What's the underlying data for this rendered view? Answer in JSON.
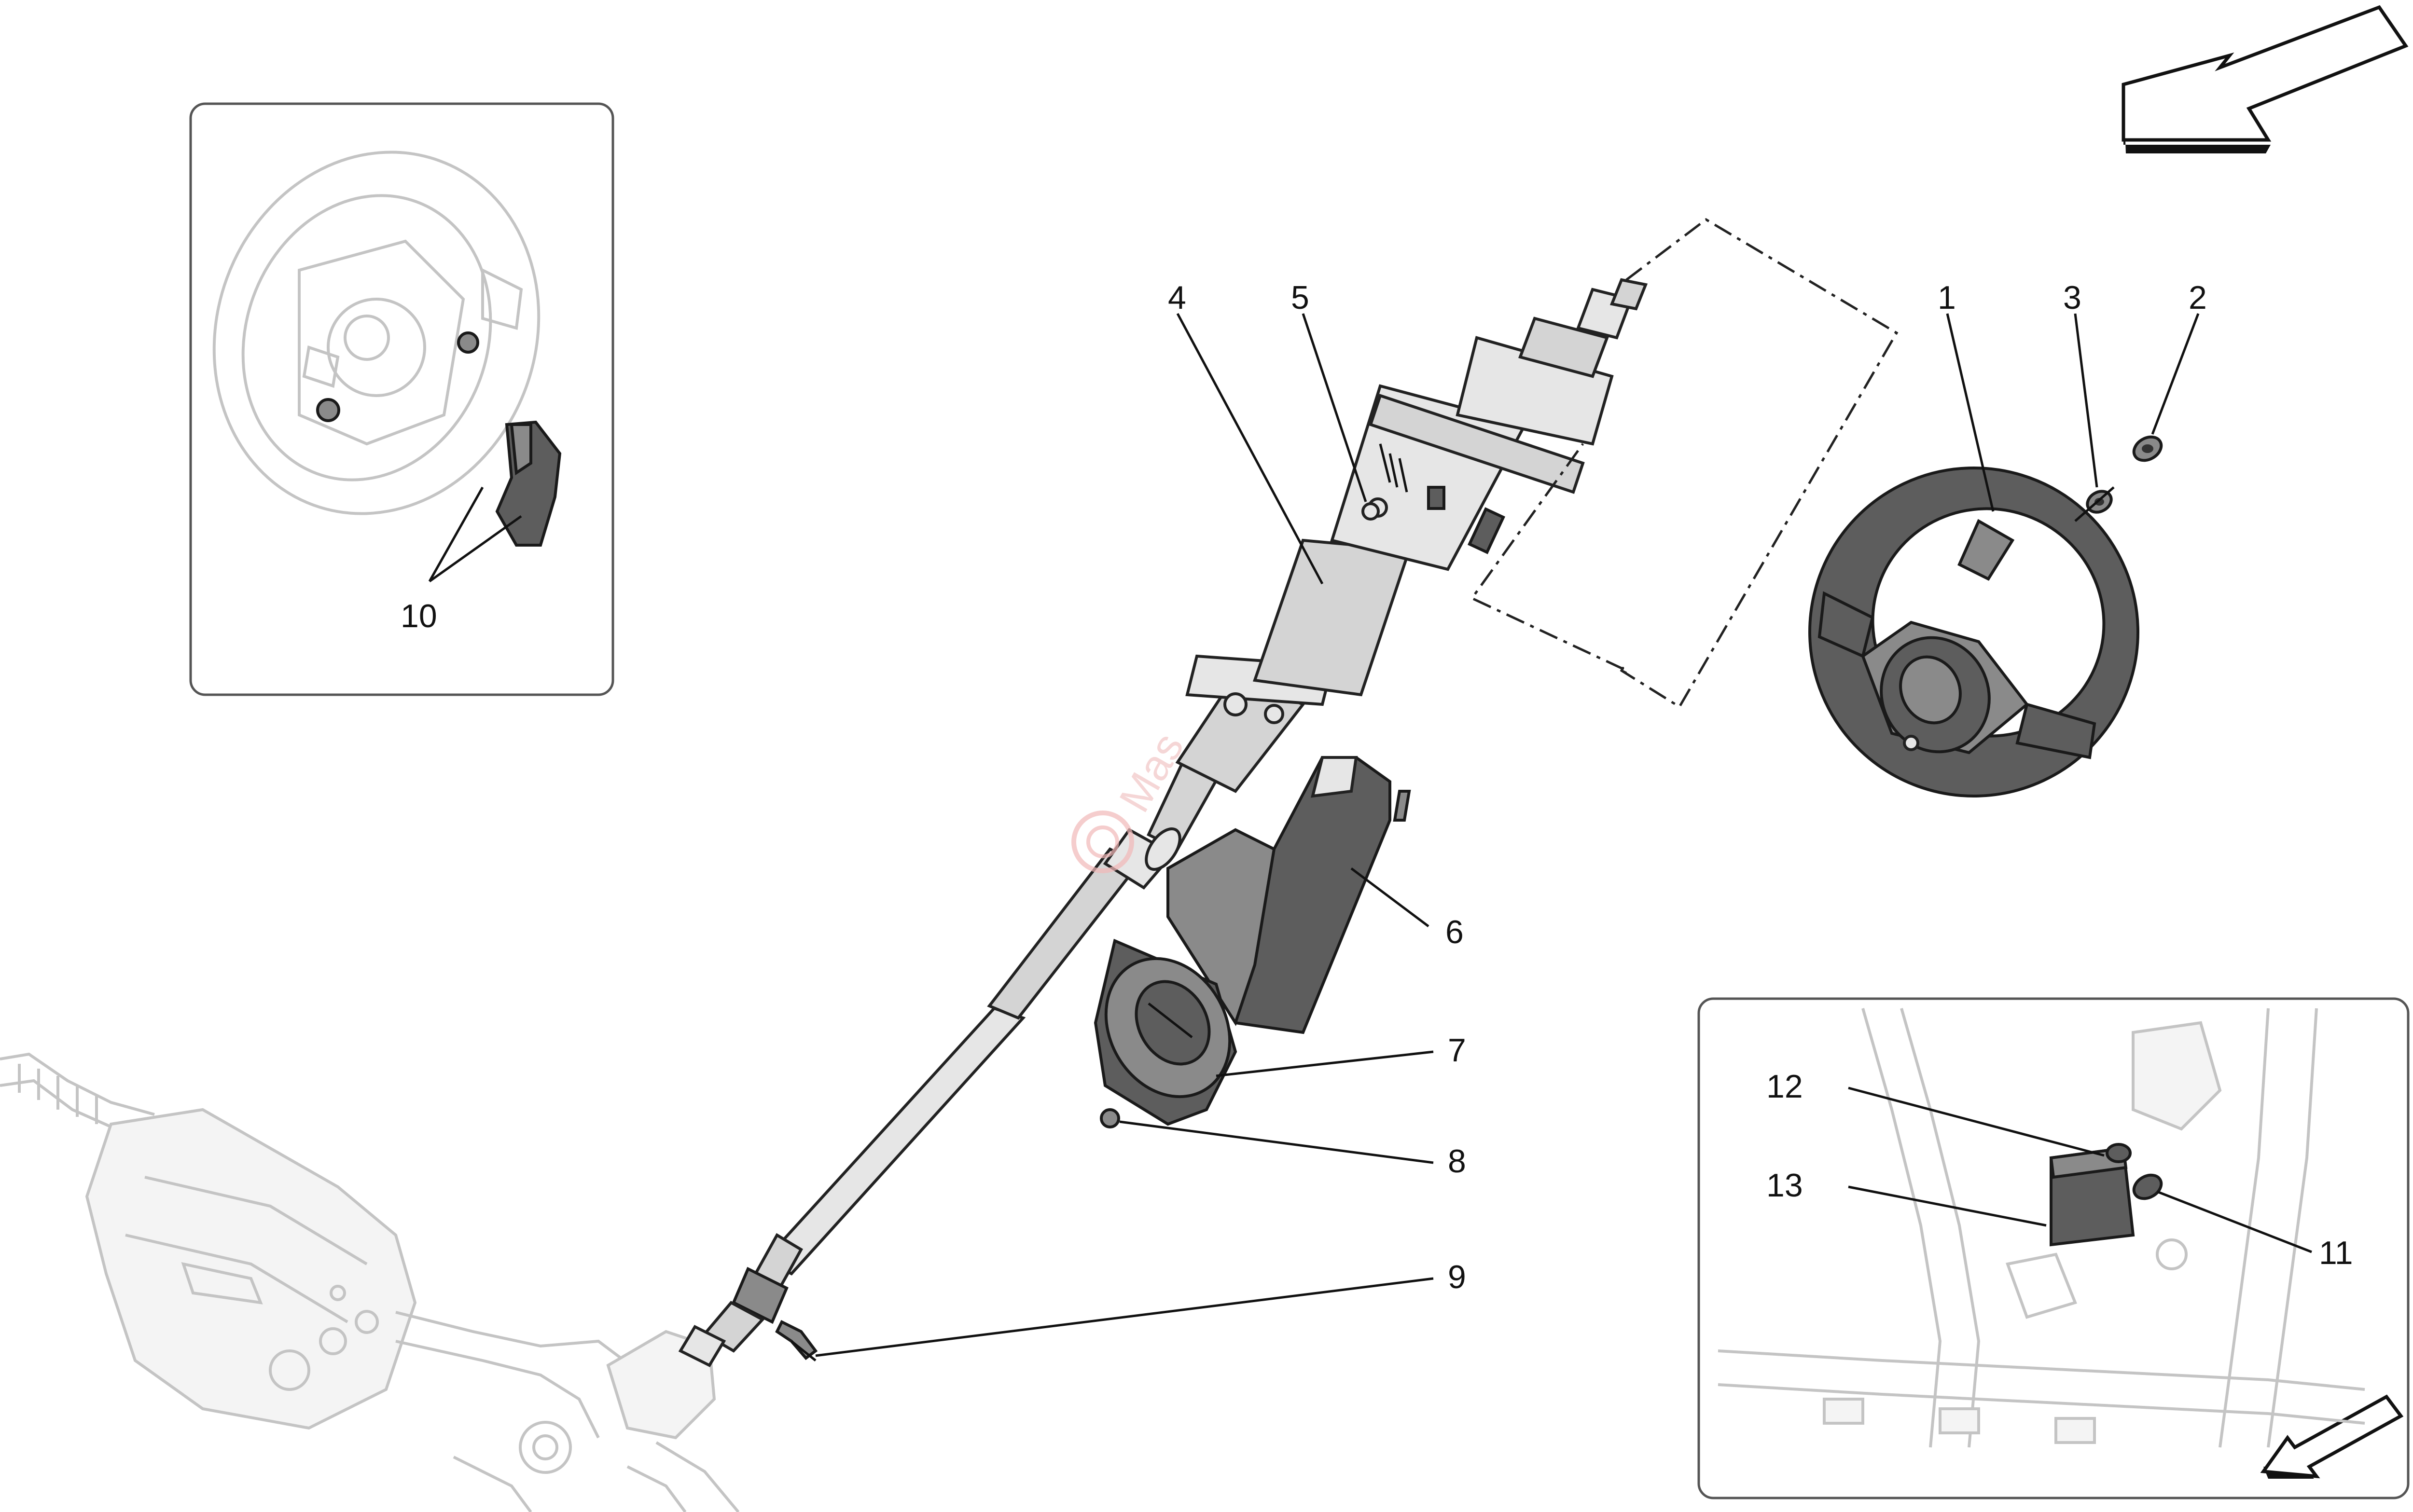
{
  "diagram": {
    "callouts": {
      "c1": "1",
      "c2": "2",
      "c3": "3",
      "c4": "4",
      "c5": "5",
      "c6": "6",
      "c7": "7",
      "c8": "8",
      "c9": "9",
      "c10": "10",
      "c11": "11",
      "c12": "12",
      "c13": "13"
    },
    "watermark": "Mas"
  }
}
